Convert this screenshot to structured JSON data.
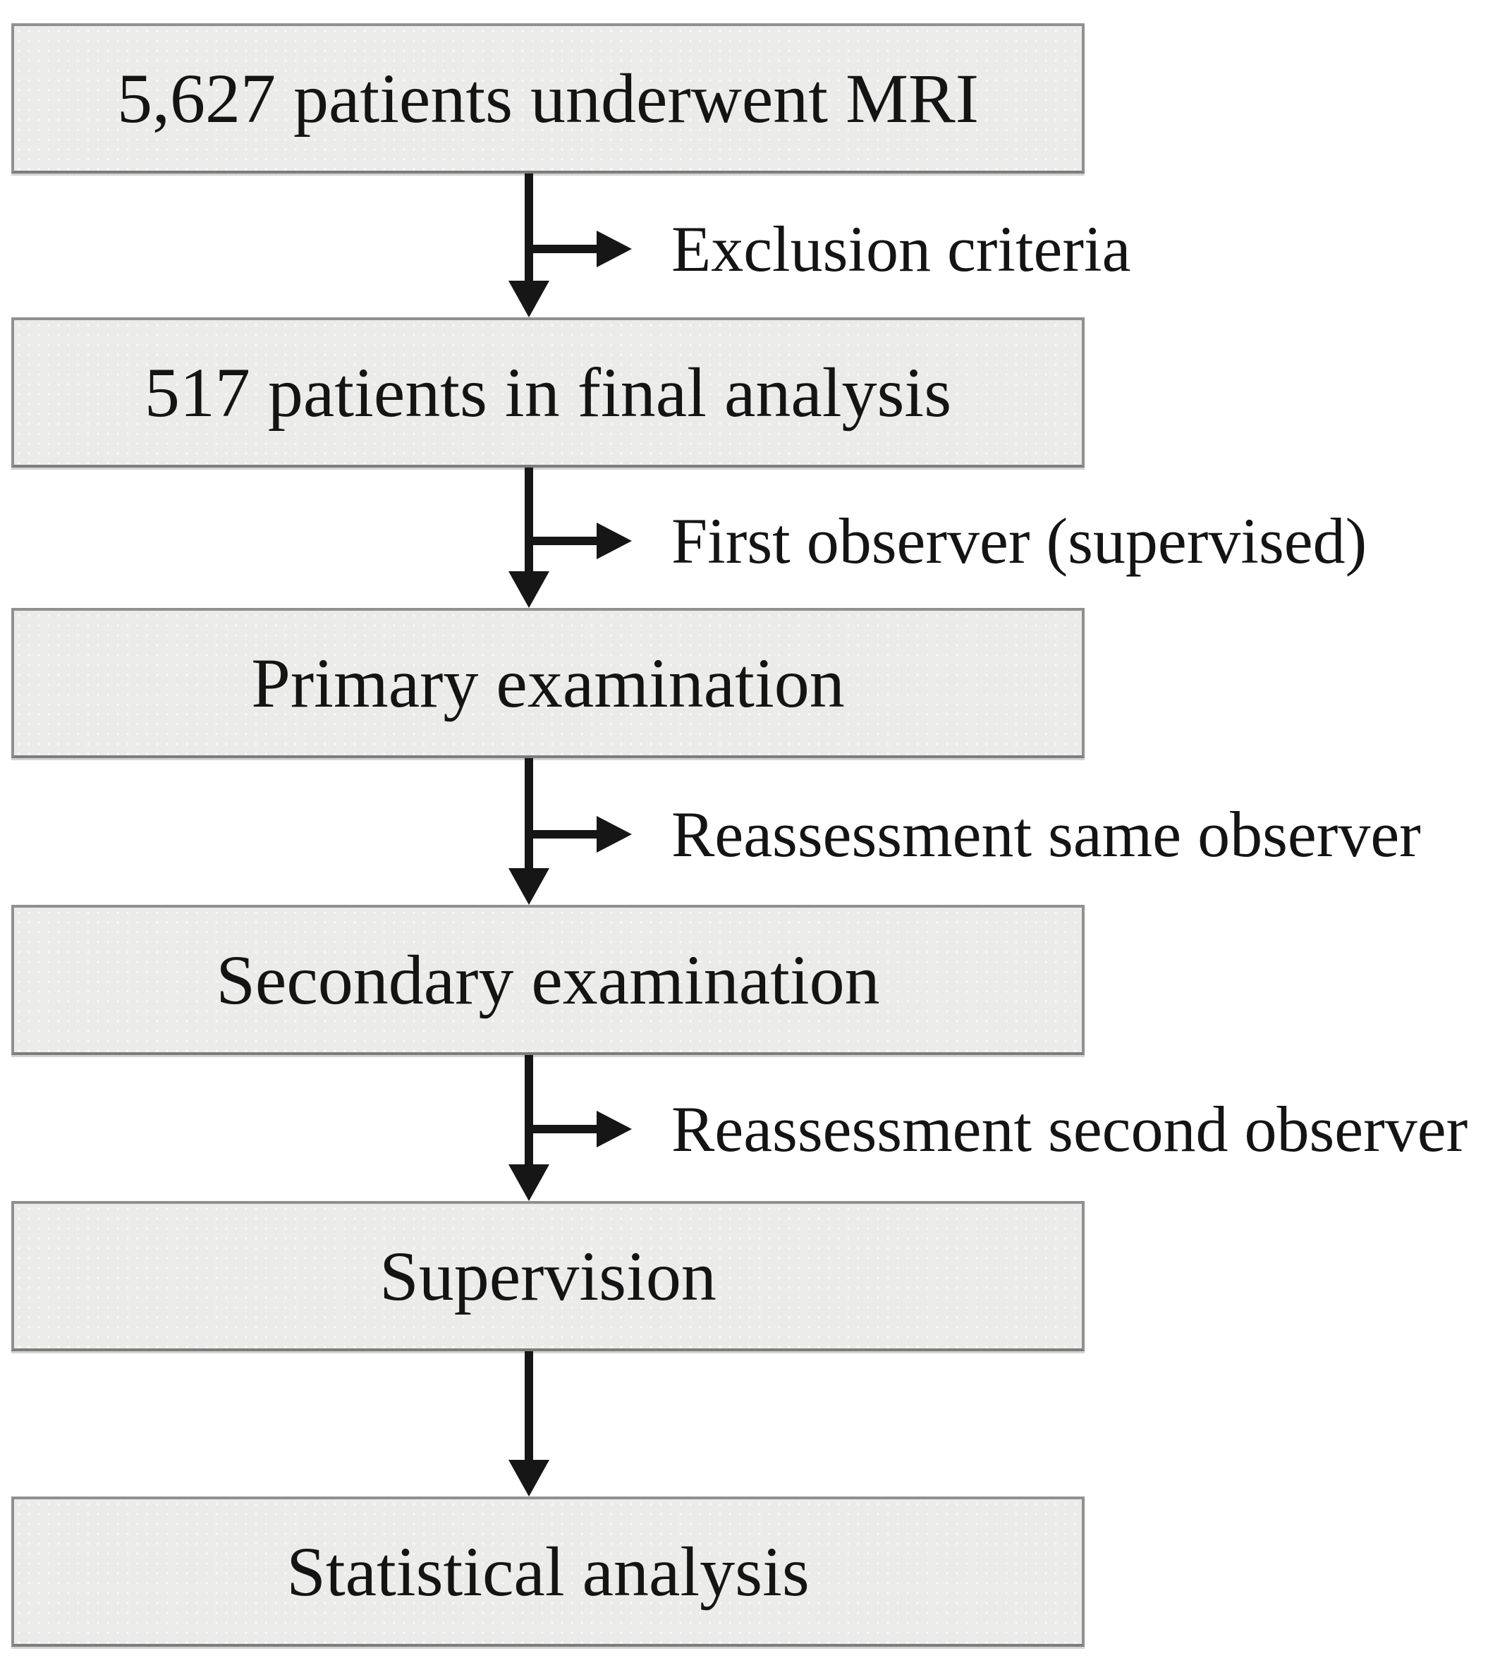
{
  "flowchart": {
    "boxes": [
      {
        "label": "5,627 patients underwent MRI"
      },
      {
        "label": "517 patients in final analysis"
      },
      {
        "label": "Primary examination"
      },
      {
        "label": "Secondary examination"
      },
      {
        "label": "Supervision"
      },
      {
        "label": "Statistical analysis"
      }
    ],
    "branch_labels": [
      {
        "label": "Exclusion criteria"
      },
      {
        "label": "First observer (supervised)"
      },
      {
        "label": "Reassessment same observer"
      },
      {
        "label": "Reassessment second observer"
      }
    ],
    "colors": {
      "box_fill": "#ebebea",
      "box_border": "#909090",
      "arrow": "#161616",
      "text": "#141414",
      "background": "#ffffff"
    }
  }
}
